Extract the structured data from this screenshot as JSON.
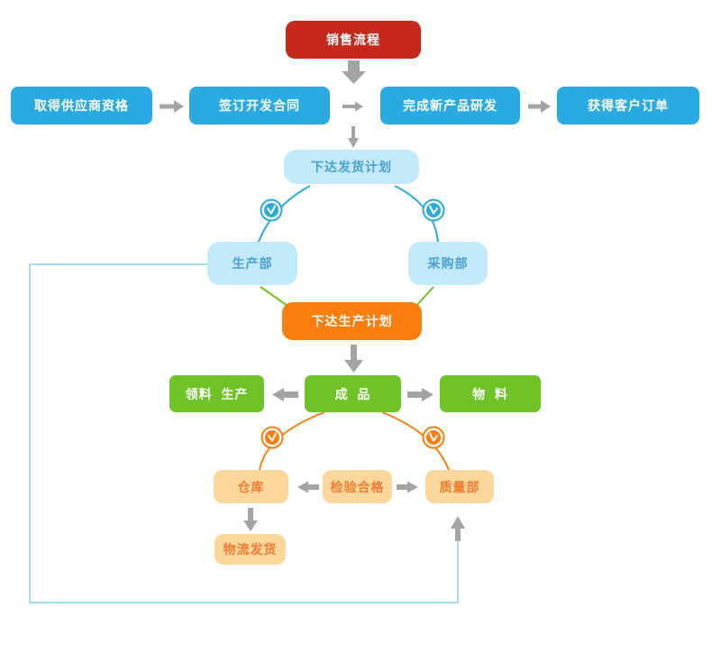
{
  "flowchart": {
    "nodes": {
      "sales_process": {
        "label": "销售流程"
      },
      "supplier_qualification": {
        "label": "取得供应商资格"
      },
      "development_contract": {
        "label": "签订开发合同"
      },
      "product_rd": {
        "label": "完成新产品研发"
      },
      "customer_order": {
        "label": "获得客户订单"
      },
      "delivery_plan": {
        "label": "下达发货计划"
      },
      "production_dept": {
        "label": "生产部"
      },
      "purchasing_dept": {
        "label": "采购部"
      },
      "production_plan": {
        "label": "下达生产计划"
      },
      "material_production": {
        "label": "领料  生产"
      },
      "finished_goods": {
        "label": "成  品"
      },
      "materials": {
        "label": "物  料"
      },
      "warehouse": {
        "label": "仓库"
      },
      "inspection_passed": {
        "label": "检验合格"
      },
      "quality_dept": {
        "label": "质量部"
      },
      "logistics_shipping": {
        "label": "物流发货"
      }
    },
    "icons": {
      "clock_blue_left": "clock-icon",
      "clock_blue_right": "clock-icon",
      "clock_orange_left": "clock-icon",
      "clock_orange_right": "clock-icon"
    },
    "colors": {
      "red_node": "#c6281c",
      "blue_node": "#29abe2",
      "light_blue_node_fill": "#c2eafa",
      "light_blue_node_text": "#4aa0d0",
      "orange_node": "#f97e0e",
      "green_node": "#6fc327",
      "peach_node_fill": "#fcd79c",
      "peach_node_text": "#ee7d31",
      "arrow_gray": "#a4a4a4",
      "connector_blue": "#29abe2",
      "connector_green": "#6fc327",
      "connector_orange": "#f97e0e",
      "feedback_line_light_blue": "#a8dcf0"
    }
  }
}
